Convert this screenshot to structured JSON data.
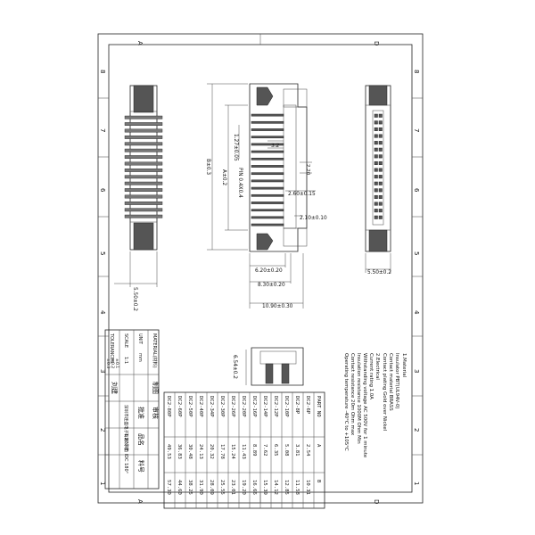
{
  "border": {
    "top_letters": [
      "A",
      "D"
    ],
    "left_numbers": [
      "8",
      "7",
      "6",
      "5",
      "4",
      "3",
      "2",
      "1"
    ],
    "right_numbers": [
      "8",
      "7",
      "6",
      "5",
      "4",
      "3",
      "2",
      "1"
    ],
    "bottom_letters": [
      "A",
      "D"
    ]
  },
  "dims": {
    "side_width": "5.50±0.2",
    "height_total": "B±0.3",
    "pitch_span": "A±0.2",
    "pitch": "1.27±0.05",
    "pin_section": "PIN 0.4X0.4",
    "d_3_2": "3.2",
    "d_2_20": "2.20",
    "d_2_60": "2.60±0.15",
    "d_2_10": "2.10±0.10",
    "d_6_20": "6.20±0.20",
    "d_8_30": "8.30±0.20",
    "d_10_90": "10.90±0.30",
    "end_width": "5.50±0.2",
    "detail_height": "6.54±0.2"
  },
  "spec": [
    "1.Material",
    "Insulator                   PBT(UL94V-0)",
    "Contact material            BRASS",
    "Contact plating             Gold over Nickel",
    "2.Electrical",
    "Current rating              1.0A",
    "Withstanding voltage        AC 500V for 1 minute",
    "Insulation resistance       1000M Ohm Min",
    "Contact resistance          20m Ohm max",
    "Operating temperature       -40°C to +105°C"
  ],
  "parts_table": {
    "headers": [
      "PART NO",
      "A",
      "B"
    ],
    "rows": [
      [
        "DC2-6P",
        "2.54",
        "10.31"
      ],
      [
        "DC2-8P",
        "3.81",
        "11.58"
      ],
      [
        "DC2-10P",
        "5.08",
        "12.85"
      ],
      [
        "DC2-12P",
        "6.35",
        "14.12"
      ],
      [
        "DC2-14P",
        "7.62",
        "15.39"
      ],
      [
        "DC2-16P",
        "8.89",
        "16.66"
      ],
      [
        "DC2-20P",
        "11.43",
        "19.20"
      ],
      [
        "DC2-26P",
        "15.24",
        "23.01"
      ],
      [
        "DC2-30P",
        "17.78",
        "25.55"
      ],
      [
        "DC2-34P",
        "20.32",
        "28.09"
      ],
      [
        "DC2-40P",
        "24.13",
        "31.90"
      ],
      [
        "DC2-50P",
        "30.48",
        "38.25"
      ],
      [
        "DC2-60P",
        "36.83",
        "44.60"
      ],
      [
        "DC2-80P",
        "49.53",
        "57.30"
      ]
    ]
  },
  "title_block": {
    "material_label": "MATERIAL(材料)",
    "unit_label": "UNIT",
    "unit_value": "mm",
    "scale_label": "SCALE",
    "scale_value": "1:1",
    "tol_label": "TOLERANCES",
    "tol_lines": [
      "±0.1",
      "±0.2",
      "±0.3"
    ],
    "drawn_label": "制图",
    "check_label": "审核",
    "approve_label": "批准",
    "name_label": "品名",
    "name_value": "1.27牛角 IDC 180°",
    "part_label": "料号",
    "company": "深圳市连盛电子有限公司",
    "drawn_by": "刘建"
  }
}
